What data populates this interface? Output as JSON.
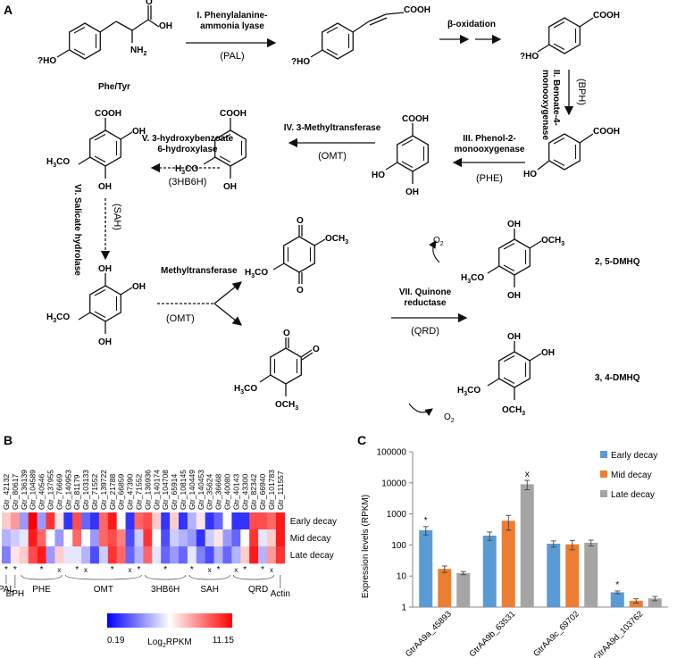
{
  "panels": {
    "a": "A",
    "b": "B",
    "c": "C"
  },
  "pathway": {
    "compound_phe_tyr": "Phe/Tyr",
    "step1_name": "I. Phenylalanine-",
    "step1_name2": "ammonia lyase",
    "step1_abbr": "(PAL)",
    "beta_ox": "β-oxidation",
    "step2_name": "II. Benoate-4-",
    "step2_name2": "monooxygenase",
    "step2_abbr": "(BPH)",
    "step3_name": "III. Phenol-2-",
    "step3_name2": "monooxygenase",
    "step3_abbr": "(PHE)",
    "step4_name": "IV. 3-Methyltransferase",
    "step4_abbr": "(OMT)",
    "step5_name": "V. 3-hydroxybenzoate",
    "step5_name2": "6-hydroxylase",
    "step5_abbr": "(3HB6H)",
    "step6_name": "VI. Salicate hydrolase",
    "step6_abbr": "(SAH)",
    "methyltransferase": "Methyltransferase",
    "mt_abbr": "(OMT)",
    "step7_name": "VII. Quinone",
    "step7_name2": "reductase",
    "step7_abbr": "(QRD)",
    "dmhq25": "2, 5-DMHQ",
    "dmhq34": "3, 4-DMHQ",
    "o2": "O",
    "o2_sub": "2",
    "cooh": "COOH",
    "oh": "OH",
    "qho": "?HO",
    "ho": "HO",
    "nh2": "NH",
    "nh2_sub": "2",
    "och3": "OCH",
    "h3co": "H",
    "co_o": "O",
    "three": "3"
  },
  "heatmap": {
    "genes": [
      "Gtr_42132",
      "Gtr_80617",
      "Gtr_136139",
      "Gtr_104589",
      "Gtr_40546",
      "Gtr_137955",
      "Gtr_76669",
      "Gtr_140953",
      "Gtr_81179",
      "Gtr_103133",
      "Gtr_71552",
      "Gtr_139722",
      "Gtr_21788",
      "Gtr_66859",
      "Gtr_47390",
      "Gtr_71552",
      "Gtr_136936",
      "Gtr_140174",
      "Gtr_104708",
      "Gtr_65914",
      "Gtr_108145",
      "Gtr_140449",
      "Gtr_140453",
      "Gtr_35624",
      "Gtr_36668",
      "Gtr_40080",
      "Gtr_40143",
      "Gtr_43300",
      "Gtr_82342",
      "Gtr_66940",
      "Gtr_101783",
      "Gtr_111557"
    ],
    "rows": [
      "Early decay",
      "Mid decay",
      "Late decay"
    ],
    "values": [
      [
        0.6,
        0.7,
        0.3,
        1.0,
        0.3,
        0.9,
        0.55,
        0.1,
        0.85,
        0.2,
        0.1,
        0.8,
        0.95,
        0.5,
        0.1,
        0.8,
        0.85,
        0.6,
        0.1,
        0.6,
        0.1,
        0.35,
        0.55,
        0.1,
        0.2,
        0.5,
        0.1,
        0.1,
        0.85,
        0.85,
        0.8,
        0.95
      ],
      [
        0.35,
        0.4,
        0.45,
        0.95,
        0.8,
        0.5,
        0.3,
        0.5,
        0.8,
        0.5,
        0.3,
        0.8,
        0.85,
        0.75,
        0.15,
        0.4,
        0.9,
        0.5,
        0.15,
        0.4,
        0.35,
        0.3,
        0.1,
        0.4,
        0.55,
        0.3,
        0.2,
        0.5,
        0.9,
        0.45,
        0.6,
        0.95
      ],
      [
        0.25,
        0.55,
        0.6,
        0.85,
        0.95,
        0.3,
        0.6,
        0.45,
        0.45,
        0.35,
        0.15,
        0.4,
        0.9,
        0.8,
        0.2,
        0.35,
        0.8,
        0.45,
        0.2,
        0.3,
        0.2,
        0.45,
        0.25,
        0.15,
        0.35,
        0.2,
        0.35,
        0.6,
        0.95,
        0.35,
        0.7,
        0.9
      ]
    ],
    "groups": [
      "PAL",
      "BPH",
      "PHE",
      "OMT",
      "3HB6H",
      "SAH",
      "QRD",
      "Actin"
    ],
    "legend_min": "0.19",
    "legend_max": "11.15",
    "legend_label": "Log",
    "legend_label_sub": "2",
    "legend_label_rest": "RPKM",
    "marks": {
      "star": "*",
      "x": "x"
    }
  },
  "chart_data": {
    "type": "bar",
    "ylabel": "Expression levels (RPKM)",
    "yscale": "log",
    "ylim": [
      1,
      100000
    ],
    "yticks": [
      "1",
      "10",
      "100",
      "1000",
      "10000",
      "100000"
    ],
    "categories": [
      "GtrAA9a_45893",
      "GtrAA9b_63531",
      "GtrAA9c_69702",
      "GtrAA9d_103762"
    ],
    "series": [
      {
        "name": "Early decay",
        "color": "#5b9bd5",
        "values": [
          300,
          200,
          110,
          3
        ],
        "errors": [
          90,
          60,
          25,
          0.3
        ]
      },
      {
        "name": "Mid decay",
        "color": "#ed7d31",
        "values": [
          17,
          600,
          105,
          1.6
        ],
        "errors": [
          4,
          300,
          35,
          0.25
        ]
      },
      {
        "name": "Late decay",
        "color": "#a5a5a5",
        "values": [
          12.5,
          9000,
          118,
          1.9
        ],
        "errors": [
          1.5,
          3000,
          25,
          0.3
        ]
      }
    ],
    "annotations": [
      {
        "category": "GtrAA9a_45893",
        "series": "Early decay",
        "text": "*"
      },
      {
        "category": "GtrAA9b_63531",
        "series": "Late decay",
        "text": "x"
      },
      {
        "category": "GtrAA9d_103762",
        "series": "Early decay",
        "text": "*"
      }
    ],
    "legend_position": "top-right"
  }
}
